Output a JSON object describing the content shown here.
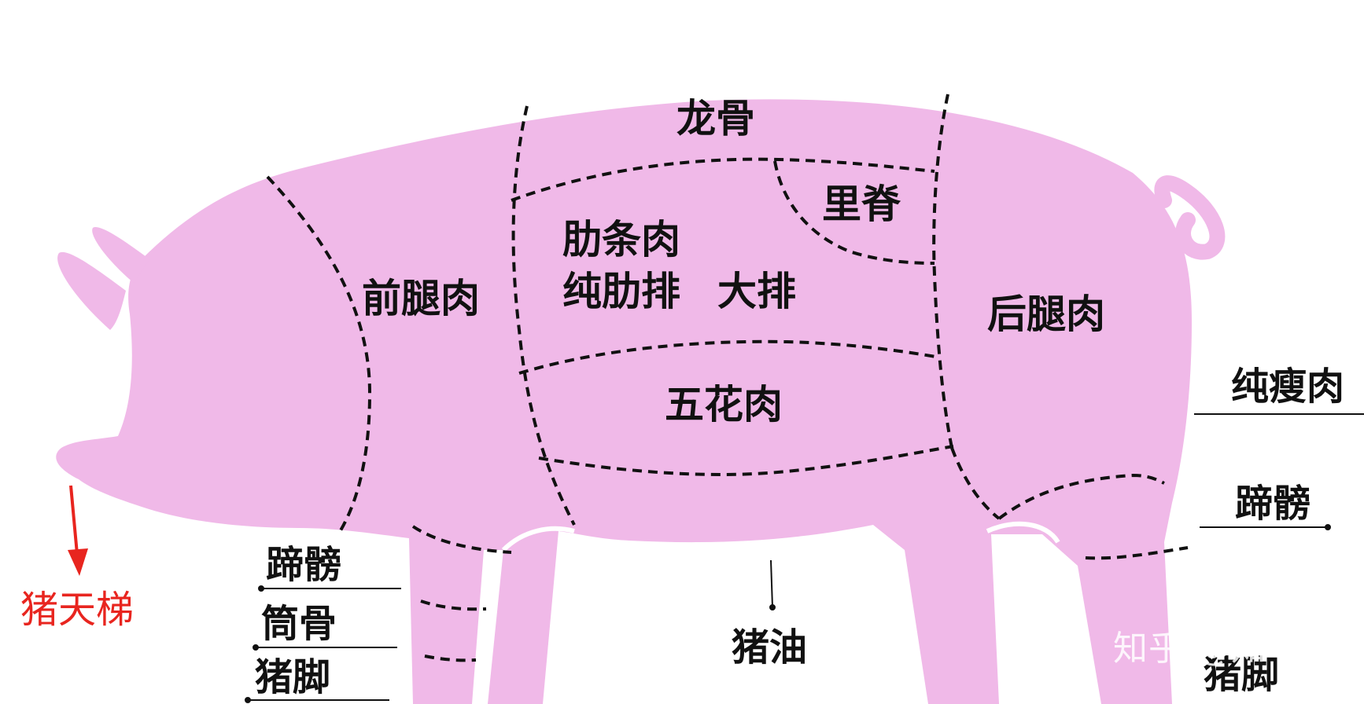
{
  "colors": {
    "body": "#f0b9e8",
    "line": "#111111",
    "arrow": "#e8251f"
  },
  "regions": {
    "longgu": "龙骨",
    "liji": "里脊",
    "leitiao": "肋条肉",
    "chunlei": "纯肋排",
    "dapai": "大排",
    "qiantui": "前腿肉",
    "houtui": "后腿肉",
    "wuhua": "五花肉"
  },
  "callouts": {
    "zhutianti": "猪天梯",
    "tipang_front": "蹄髈",
    "tonggu": "筒骨",
    "zhujiao_front": "猪脚",
    "zhuyou": "猪油",
    "chunshou": "纯瘦肉",
    "tipang_rear": "蹄髈",
    "zhujiao_rear": "猪脚"
  },
  "watermark": "知乎 @知爷"
}
